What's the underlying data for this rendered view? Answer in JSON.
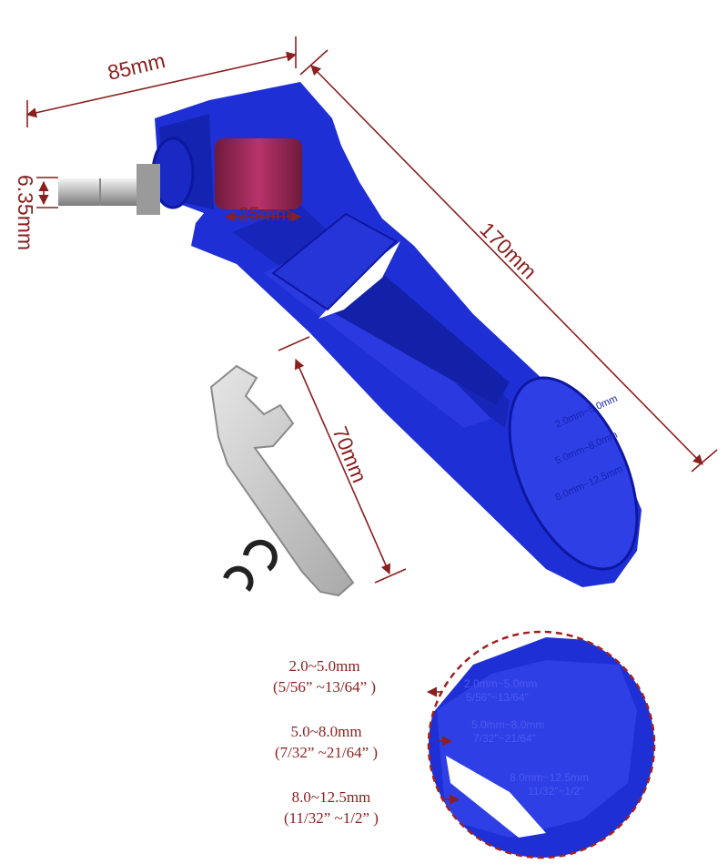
{
  "colors": {
    "body_blue": "#1f2fd6",
    "dark_blue": "#0d17a0",
    "stone": "#a3285a",
    "steel": "#c8c8c8",
    "dimension": "#8a1f1f",
    "circle_border": "#a02020"
  },
  "dimensions": {
    "width": "85mm",
    "shank": "6.35mm",
    "wheel": "25mm",
    "length": "170mm",
    "wrench": "70mm"
  },
  "ranges": [
    {
      "mm": "2.0~5.0mm",
      "inch": "(5/56”  ~13/64” )"
    },
    {
      "mm": "5.0~8.0mm",
      "inch": "(7/32”  ~21/64” )"
    },
    {
      "mm": "8.0~12.5mm",
      "inch": "(11/32”  ~1/2” )"
    }
  ]
}
